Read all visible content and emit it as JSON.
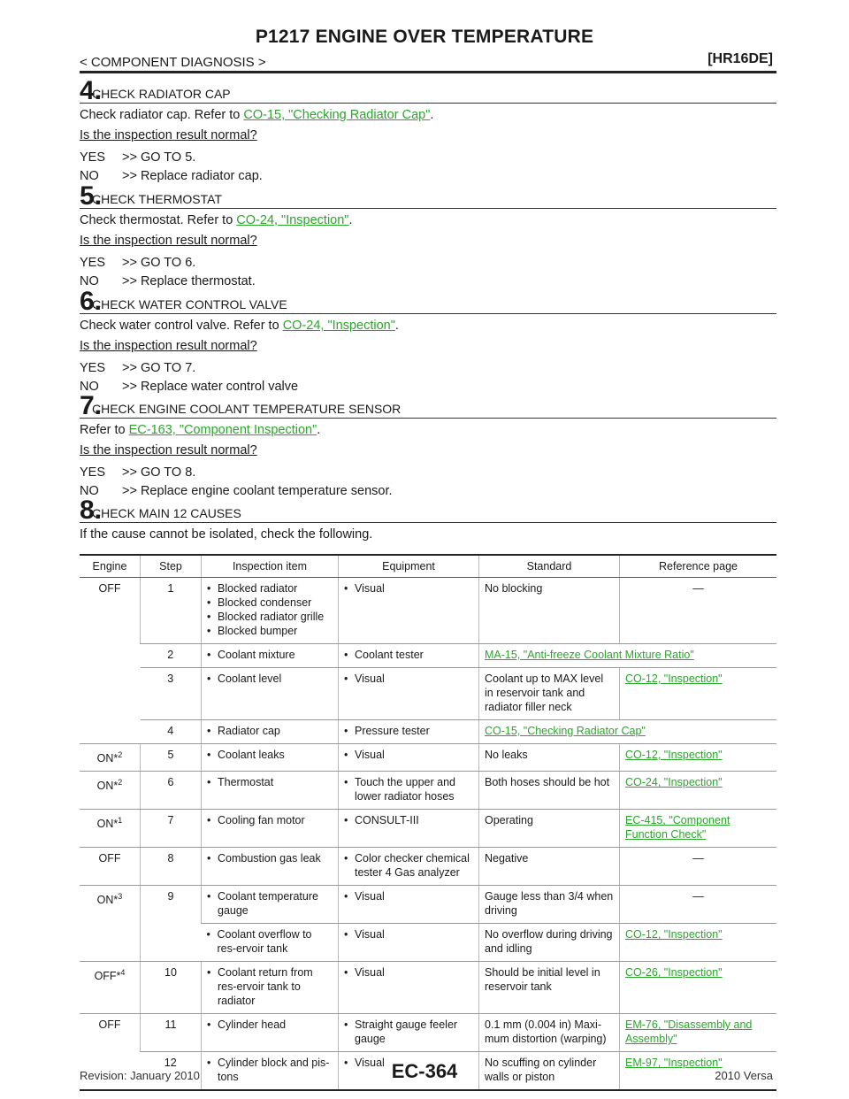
{
  "header": {
    "title": "P1217 ENGINE OVER TEMPERATURE",
    "section": "< COMPONENT DIAGNOSIS >",
    "code": "[HR16DE]"
  },
  "steps": [
    {
      "num": "4.",
      "title": "CHECK RADIATOR CAP",
      "instr_pre": "Check radiator cap. Refer to ",
      "link": "CO-15, \"Checking Radiator Cap\"",
      "instr_post": ".",
      "question": "Is the inspection result normal?",
      "yes_key": "YES",
      "yes": ">> GO TO 5.",
      "no_key": "NO",
      "no": ">> Replace radiator cap."
    },
    {
      "num": "5.",
      "title": "CHECK THERMOSTAT",
      "instr_pre": "Check thermostat. Refer to ",
      "link": "CO-24, \"Inspection\"",
      "instr_post": ".",
      "question": "Is the inspection result normal?",
      "yes_key": "YES",
      "yes": ">> GO TO 6.",
      "no_key": "NO",
      "no": ">> Replace thermostat."
    },
    {
      "num": "6.",
      "title": "CHECK WATER CONTROL VALVE",
      "instr_pre": "Check water control valve. Refer to ",
      "link": "CO-24, \"Inspection\"",
      "instr_post": ".",
      "question": "Is the inspection result normal?",
      "yes_key": "YES",
      "yes": ">> GO TO 7.",
      "no_key": "NO",
      "no": ">> Replace water control valve"
    },
    {
      "num": "7.",
      "title": "CHECK ENGINE COOLANT TEMPERATURE SENSOR",
      "instr_pre": "Refer to ",
      "link": "EC-163, \"Component Inspection\"",
      "instr_post": ".",
      "question": "Is the inspection result normal?",
      "yes_key": "YES",
      "yes": ">> GO TO 8.",
      "no_key": "NO",
      "no": ">> Replace engine coolant temperature sensor."
    },
    {
      "num": "8.",
      "title": "CHECK MAIN 12 CAUSES",
      "instr_pre": "If the cause cannot be isolated, check the following.",
      "link": "",
      "instr_post": ""
    }
  ],
  "table": {
    "headers": [
      "Engine",
      "Step",
      "Inspection item",
      "Equipment",
      "Standard",
      "Reference page"
    ],
    "rows": [
      {
        "engine": "OFF",
        "sup": "",
        "step": "1",
        "items": [
          "Blocked radiator",
          "Blocked condenser",
          "Blocked radiator grille",
          "Blocked bumper"
        ],
        "equip": [
          "Visual"
        ],
        "standard": "No blocking",
        "ref": "—",
        "ref_link": false
      },
      {
        "engine": "",
        "sup": "",
        "step": "2",
        "items": [
          "Coolant mixture"
        ],
        "equip": [
          "Coolant tester"
        ],
        "standard": "",
        "ref": "MA-15, \"Anti-freeze Coolant Mixture Ratio\"",
        "ref_link": true,
        "span_ref": true
      },
      {
        "engine": "",
        "sup": "",
        "step": "3",
        "items": [
          "Coolant level"
        ],
        "equip": [
          "Visual"
        ],
        "standard": "Coolant up to MAX level in reservoir tank and radiator filler neck",
        "ref": "CO-12, \"Inspection\"",
        "ref_link": true
      },
      {
        "engine": "",
        "sup": "",
        "step": "4",
        "items": [
          "Radiator cap"
        ],
        "equip": [
          "Pressure tester"
        ],
        "standard": "",
        "ref": "CO-15, \"Checking Radiator Cap\"",
        "ref_link": true,
        "span_ref": true
      },
      {
        "engine": "ON*",
        "sup": "2",
        "step": "5",
        "items": [
          "Coolant leaks"
        ],
        "equip": [
          "Visual"
        ],
        "standard": "No leaks",
        "ref": "CO-12, \"Inspection\"",
        "ref_link": true
      },
      {
        "engine": "ON*",
        "sup": "2",
        "step": "6",
        "items": [
          "Thermostat"
        ],
        "equip": [
          "Touch the upper and lower radiator hoses"
        ],
        "standard": "Both hoses should be hot",
        "ref": "CO-24, \"Inspection\"",
        "ref_link": true
      },
      {
        "engine": "ON*",
        "sup": "1",
        "step": "7",
        "items": [
          "Cooling fan motor"
        ],
        "equip": [
          "CONSULT-III"
        ],
        "standard": "Operating",
        "ref": "EC-415, \"Component Function Check\"",
        "ref_link": true
      },
      {
        "engine": "OFF",
        "sup": "",
        "step": "8",
        "items": [
          "Combustion gas leak"
        ],
        "equip": [
          "Color checker chemical tester 4 Gas analyzer"
        ],
        "standard": "Negative",
        "ref": "—",
        "ref_link": false
      },
      {
        "engine": "ON*",
        "sup": "3",
        "step": "9",
        "items": [
          "Coolant temperature gauge"
        ],
        "equip": [
          "Visual"
        ],
        "standard": "Gauge less than 3/4 when driving",
        "ref": "—",
        "ref_link": false
      },
      {
        "engine": "",
        "sup": "",
        "step": "",
        "items": [
          "Coolant overflow to res-ervoir tank"
        ],
        "equip": [
          "Visual"
        ],
        "standard": "No overflow during driving and idling",
        "ref": "CO-12, \"Inspection\"",
        "ref_link": true
      },
      {
        "engine": "OFF*",
        "sup": "4",
        "step": "10",
        "items": [
          "Coolant return from res-ervoir tank to radiator"
        ],
        "equip": [
          "Visual"
        ],
        "standard": "Should be initial level in reservoir tank",
        "ref": "CO-26, \"Inspection\"",
        "ref_link": true
      },
      {
        "engine": "OFF",
        "sup": "",
        "step": "11",
        "items": [
          "Cylinder head"
        ],
        "equip": [
          "Straight gauge feeler gauge"
        ],
        "standard": "0.1 mm (0.004 in) Maxi-mum distortion (warping)",
        "ref": "EM-76, \"Disassembly and Assembly\"",
        "ref_link": true
      },
      {
        "engine": "",
        "sup": "",
        "step": "12",
        "items": [
          "Cylinder block and pis-tons"
        ],
        "equip": [
          "Visual"
        ],
        "standard": "No scuffing on cylinder walls or piston",
        "ref": "EM-97, \"Inspection\"",
        "ref_link": true
      }
    ]
  },
  "footer": {
    "revision": "Revision: January 2010",
    "page": "EC-364",
    "version": "2010 Versa"
  }
}
